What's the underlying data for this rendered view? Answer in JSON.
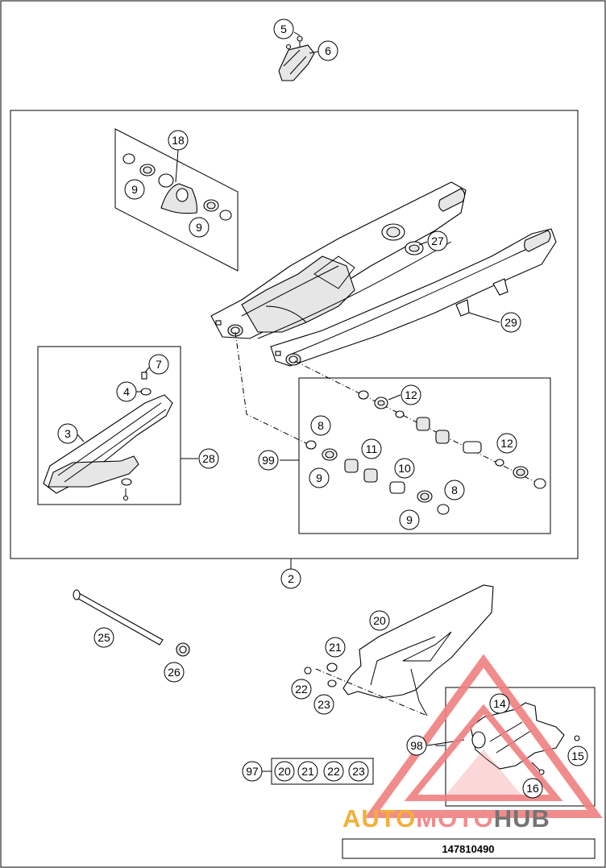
{
  "callouts": {
    "c5": "5",
    "c6": "6",
    "c18": "18",
    "c9a": "9",
    "c9b": "9",
    "c27": "27",
    "c29": "29",
    "c7": "7",
    "c4": "4",
    "c3": "3",
    "c28": "28",
    "c12a": "12",
    "c8a": "8",
    "c99": "99",
    "c11": "11",
    "c12b": "12",
    "c9c": "9",
    "c10": "10",
    "c8b": "8",
    "c9d": "9",
    "c2": "2",
    "c20": "20",
    "c25": "25",
    "c26": "26",
    "c21": "21",
    "c22": "22",
    "c23": "23",
    "c14": "14",
    "c98": "98",
    "c15": "15",
    "c16": "16",
    "c97": "97",
    "kit": [
      "20",
      "21",
      "22",
      "23"
    ]
  },
  "drawing_number": "147810490",
  "watermark": {
    "brand_part1": "AUTO",
    "brand_part2": "MOTO",
    "brand_part3": "HUB",
    "color_main": "#f08080",
    "color_part1": "#f5a623",
    "color_part3": "#666666"
  }
}
